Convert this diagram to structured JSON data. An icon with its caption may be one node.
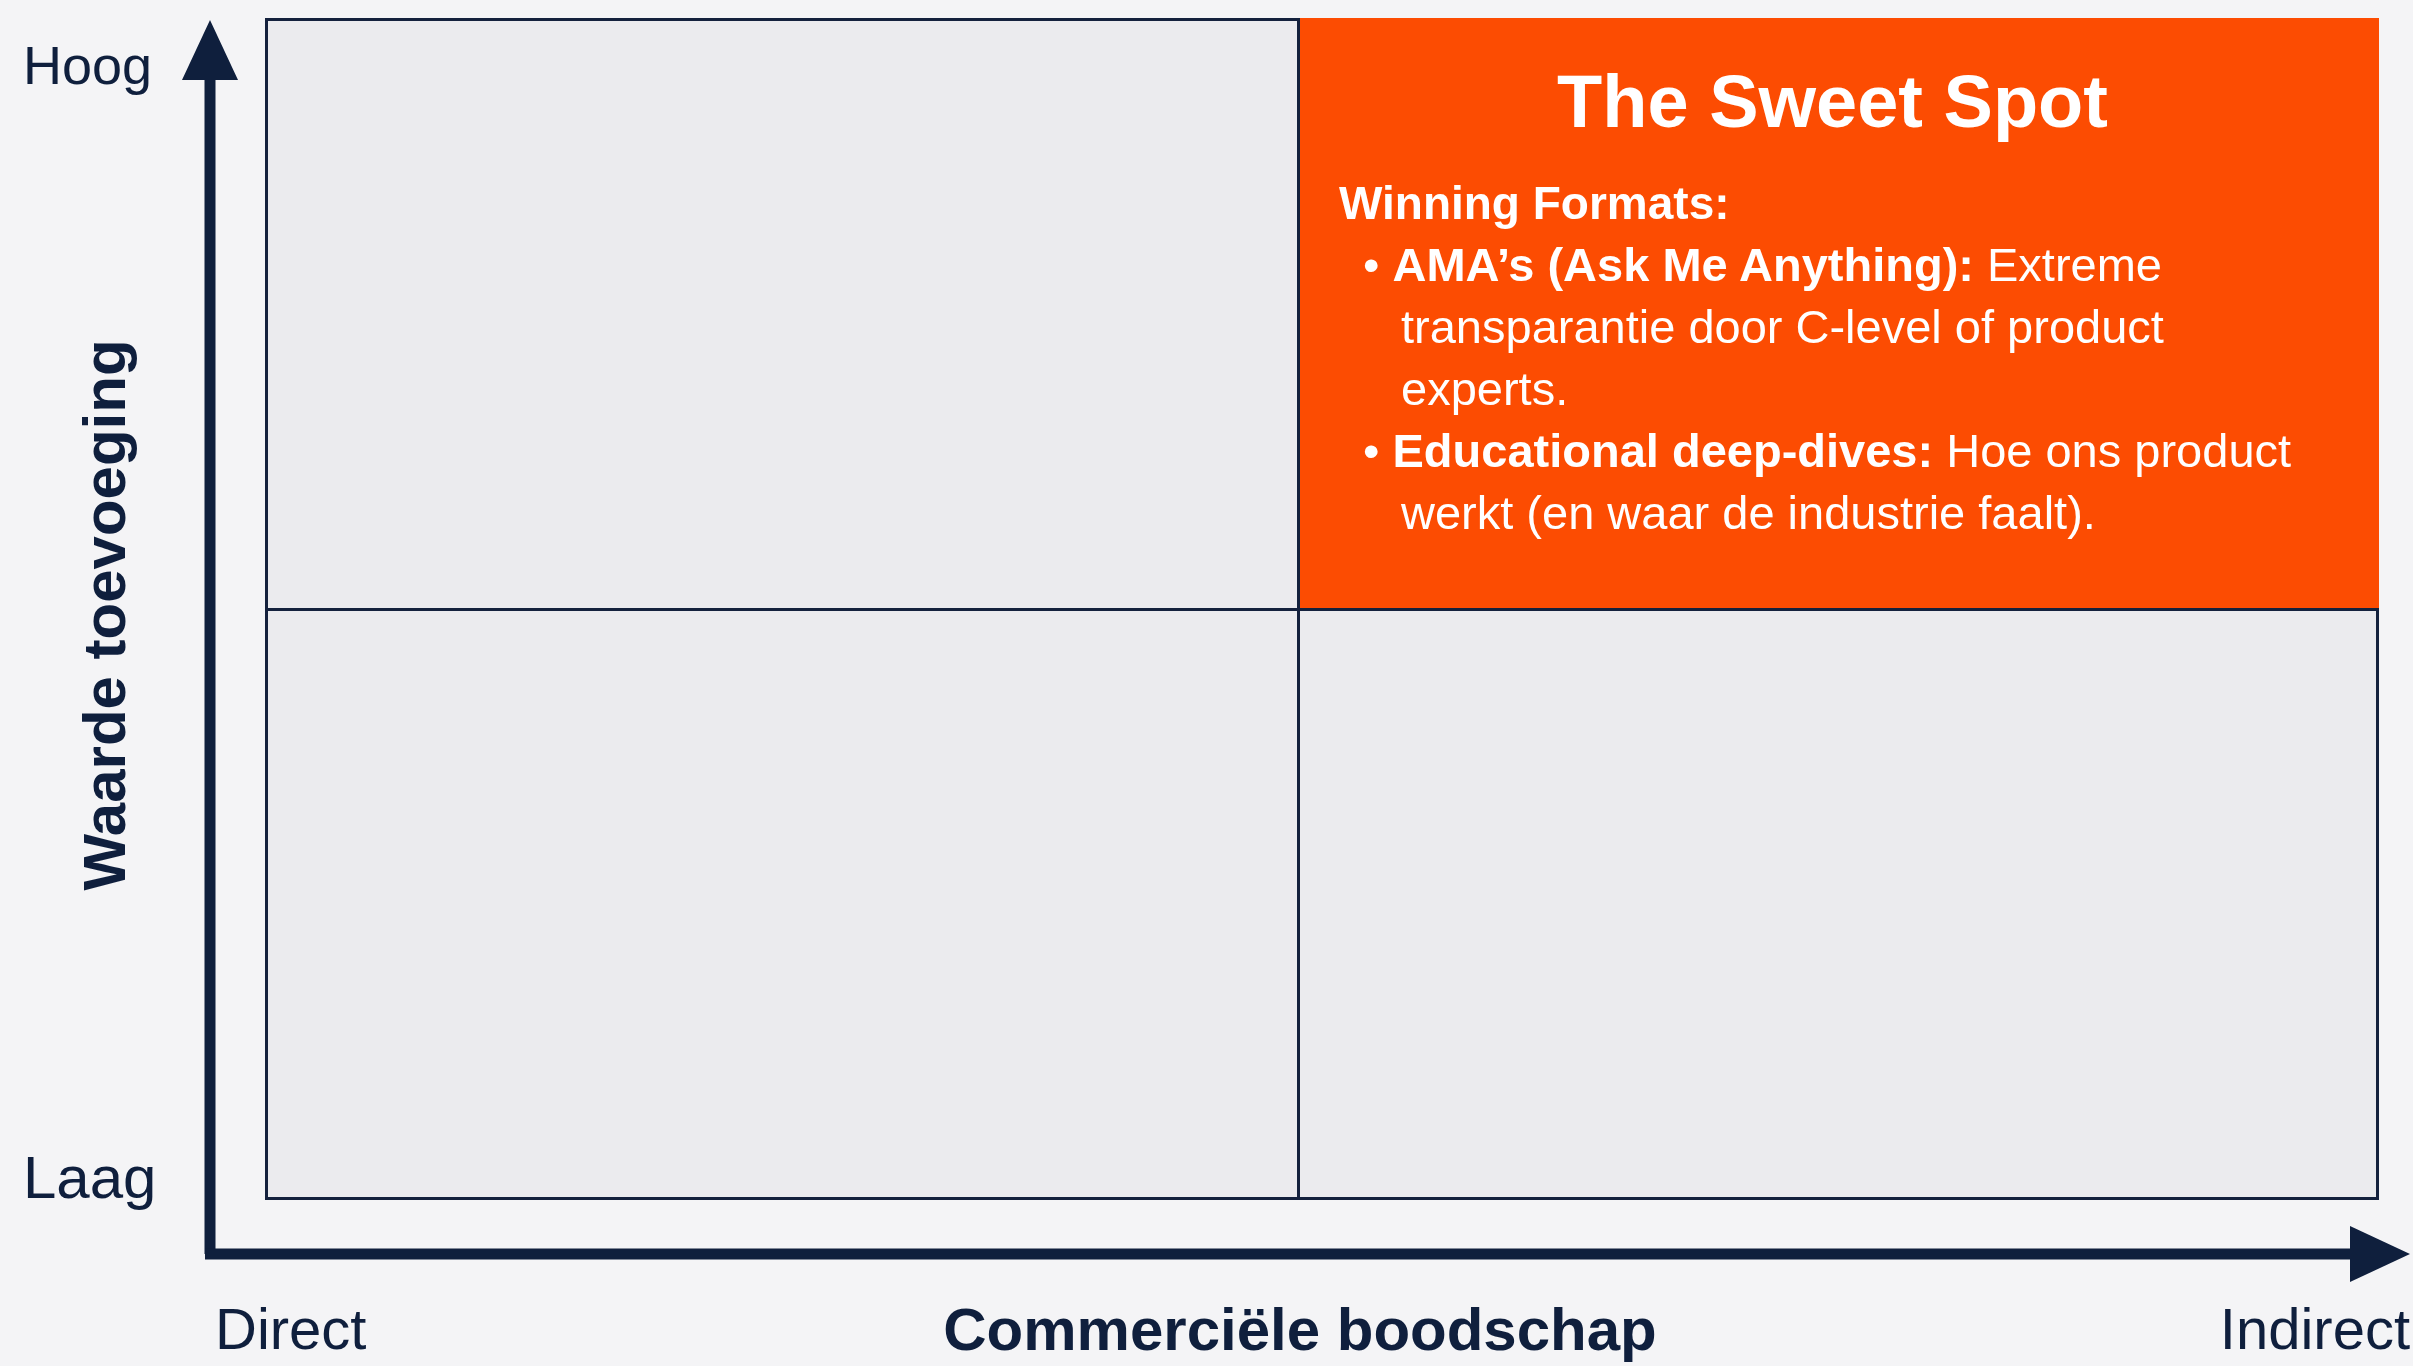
{
  "diagram": {
    "nodes": [
      {
        "text": [],
        "shape": "box"
      },
      {
        "text": [
          "The Sweet Spot",
          "Winning Formats:",
          "• **AMA’s (Ask Me Anything):** Extreme transparantie door C-level of product experts.",
          "• **Educational deep-dives:** Hoe ons product werkt (en waar de industrie faalt)."
        ]
      },
      {
        "text": [],
        "shape": "box"
      },
      {
        "text": [],
        "shape": "box"
      }
    ],
    "edges": [],
    "labels": [
      "Hoog",
      "Waarde toevoeging",
      "Laag",
      "Direct",
      "Commerciële boodschap",
      "Indirect"
    ]
  }
}
